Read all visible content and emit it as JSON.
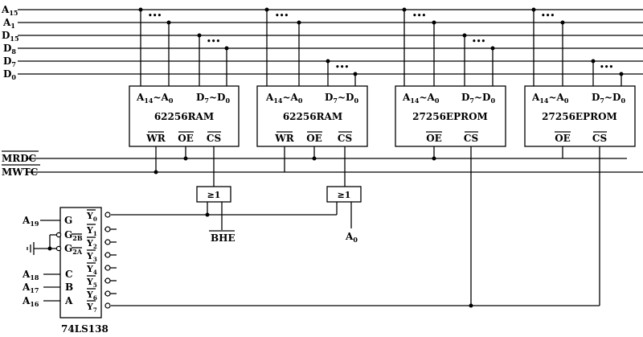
{
  "buses": {
    "a15": {
      "base": "A",
      "sub": "15"
    },
    "a1": {
      "base": "A",
      "sub": "1"
    },
    "d15": {
      "base": "D",
      "sub": "15"
    },
    "d8": {
      "base": "D",
      "sub": "8"
    },
    "d7": {
      "base": "D",
      "sub": "7"
    },
    "d0": {
      "base": "D",
      "sub": "0"
    }
  },
  "control": {
    "mrdc": "MRDC",
    "mwtc": "MWTC"
  },
  "ellipsis": "•••",
  "pins": {
    "addr": {
      "a": "A",
      "s1": "14",
      "t": "~A",
      "s2": "0"
    },
    "data": {
      "a": "D",
      "s1": "7",
      "t": "~D",
      "s2": "0"
    },
    "wr": "WR",
    "oe": "OE",
    "cs": "CS"
  },
  "chips": [
    {
      "name": "62256RAM"
    },
    {
      "name": "62256RAM"
    },
    {
      "name": "27256EPROM"
    },
    {
      "name": "27256EPROM"
    }
  ],
  "gates": {
    "symbol": "≥1"
  },
  "outputs": {
    "bhe": "BHE",
    "a0": {
      "base": "A",
      "sub": "0"
    }
  },
  "decoder": {
    "name": "74LS138",
    "g": "G",
    "g2b": {
      "base": "G",
      "sub": "2B"
    },
    "g2a": {
      "base": "G",
      "sub": "2A"
    },
    "c": "C",
    "b": "B",
    "a": "A",
    "outs": [
      "0",
      "1",
      "2",
      "3",
      "4",
      "5",
      "6",
      "7"
    ],
    "y": "Y"
  },
  "decoder_inputs": {
    "a19": {
      "base": "A",
      "sub": "19"
    },
    "a18": {
      "base": "A",
      "sub": "18"
    },
    "a17": {
      "base": "A",
      "sub": "17"
    },
    "a16": {
      "base": "A",
      "sub": "16"
    }
  }
}
